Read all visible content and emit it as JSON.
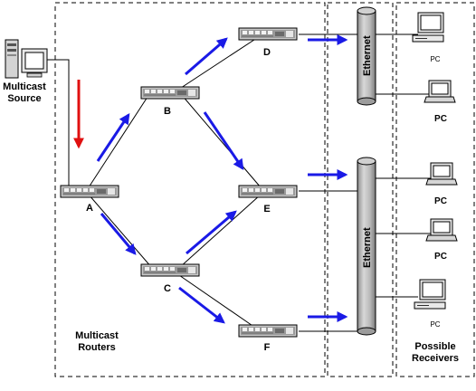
{
  "source_label": [
    "Multicast",
    "Source"
  ],
  "routers_label": [
    "Multicast",
    "Routers"
  ],
  "receivers_label": [
    "Possible",
    "Receivers"
  ],
  "router_names": {
    "A": "A",
    "B": "B",
    "C": "C",
    "D": "D",
    "E": "E",
    "F": "F"
  },
  "ethernet_label": "Ethernet",
  "pc_label": "PC",
  "colors": {
    "arrow_blue": "#1a1ae6",
    "arrow_red": "#e01010",
    "line": "#000000"
  }
}
